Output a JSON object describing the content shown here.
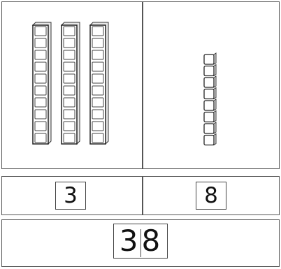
{
  "place_value": {
    "tens_rods": 3,
    "ones_cubes": 8,
    "tens_label": "3",
    "ones_label": "8",
    "total_label": "38",
    "total_digits": [
      "3",
      "8"
    ]
  }
}
